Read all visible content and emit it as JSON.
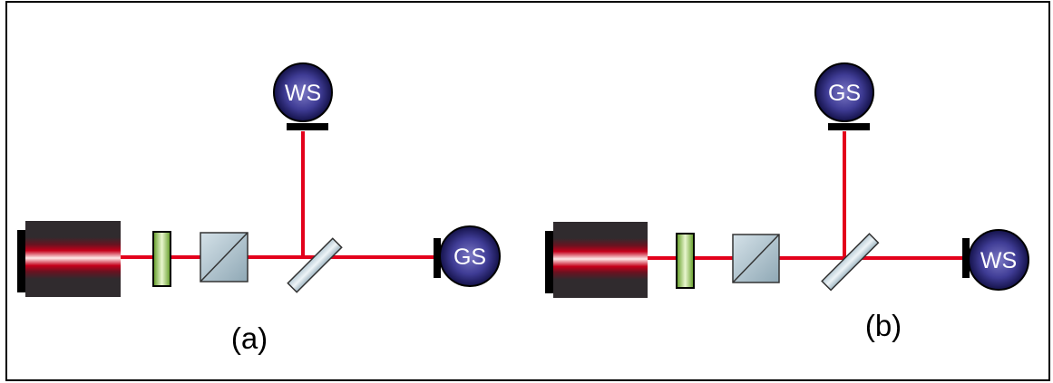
{
  "panels": [
    {
      "id": "a",
      "label": "(a)",
      "top_detector": "WS",
      "side_detector": "GS"
    },
    {
      "id": "b",
      "label": "(b)",
      "top_detector": "GS",
      "side_detector": "WS"
    }
  ],
  "colors": {
    "beam": "#e3001b",
    "laser_body": "#302b2e",
    "laser_glow": "#c4001a",
    "waveplate": "#92c83e",
    "cube": "#a9c0cc",
    "detector": "#2d2a7a",
    "frame": "#000000"
  }
}
